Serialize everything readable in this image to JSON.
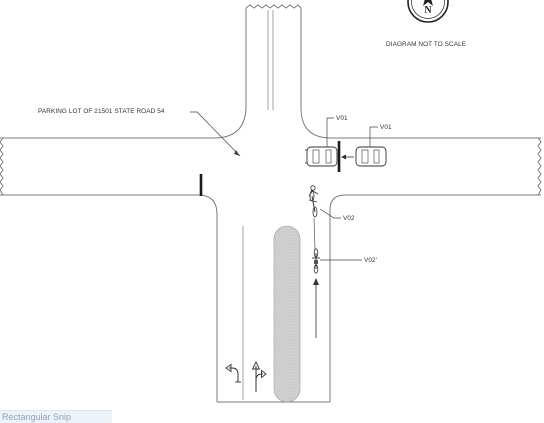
{
  "labels": {
    "not_to_scale": "DIAGRAM NOT TO SCALE",
    "parking_lot": "PARKING LOT OF 21501 STATE ROAD 54",
    "v01_top": "V01",
    "v01_right": "V01",
    "v02_near": "V02",
    "v02_far": "V02'"
  },
  "compass": {
    "letter": "N"
  },
  "taskbar": {
    "snip_label": "Rectangular Snip"
  },
  "colors": {
    "road_edge": "#7a7a7a",
    "median_fill": "#cfcfcf",
    "ink": "#1a1a1a"
  },
  "icons": {
    "compass": "north-arrow-icon",
    "vehicle": "car-icon",
    "bicycle": "bicycle-icon",
    "lane_arrow_left": "left-turn-arrow-icon",
    "lane_arrow_straight_right": "straight-right-arrow-icon"
  }
}
